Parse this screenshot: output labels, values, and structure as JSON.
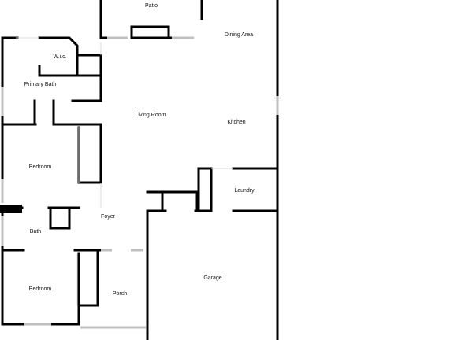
{
  "rooms": {
    "patio": "Patio",
    "dining_area": "Dining Area",
    "wic": "W.i.c.",
    "primary_bath": "Primary Bath",
    "living_room": "Living Room",
    "kitchen": "Kitchen",
    "bedroom_1": "Bedroom",
    "laundry": "Laundry",
    "foyer": "Foyer",
    "bath": "Bath",
    "garage": "Garage",
    "bedroom_2": "Bedroom",
    "porch": "Porch"
  },
  "colors": {
    "wall": "#000000",
    "window": "#d9d9d9",
    "background": "#ffffff"
  }
}
